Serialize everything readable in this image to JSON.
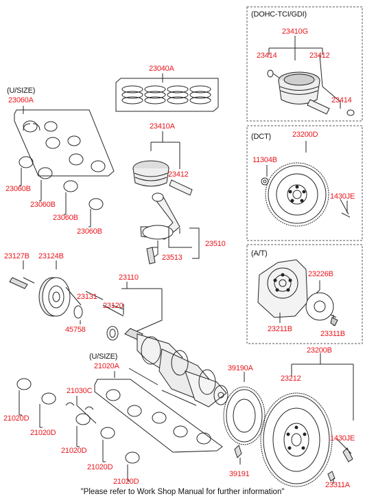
{
  "colors": {
    "part_number": "#e8141b",
    "text": "#111111",
    "line": "#222222",
    "box_dash": "#555555"
  },
  "boxes": {
    "dohc": {
      "title": "(DOHC-TCI/GDI)",
      "labels": {
        "piston_assy": "23410G",
        "snap_ring_left": "23414",
        "pin": "23412",
        "snap_ring_right": "23414"
      }
    },
    "dct": {
      "title": "(DCT)",
      "labels": {
        "flywheel": "23200D",
        "bolt": "11304B",
        "bolt_right": "1430JE"
      }
    },
    "at": {
      "title": "(A/T)",
      "labels": {
        "drive_plate": "23226B",
        "plate": "23211B",
        "bolt": "23311B"
      }
    }
  },
  "labels": {
    "piston_rings": "23040A",
    "usize_top": "(U/SIZE)",
    "main_bearing_upper": "23060A",
    "bearing_b1": "23060B",
    "bearing_b2": "23060B",
    "bearing_b3": "23060B",
    "bearing_b4": "23060B",
    "piston_assy": "23410A",
    "piston_pin": "23412",
    "connecting_rod": "23510",
    "rod_bolt": "23513",
    "pulley_bolt": "23127B",
    "damper_pulley": "23124B",
    "crankshaft": "23110",
    "key": "23131",
    "front_seal": "23120",
    "washer": "45758",
    "usize_bottom": "(U/SIZE)",
    "main_bearing_lower": "21020A",
    "thrust_washer": "21030C",
    "bearing_d1": "21020D",
    "bearing_d2": "21020D",
    "bearing_d3": "21020D",
    "bearing_d4": "21020D",
    "bearing_d5": "21020D",
    "ring_gear": "39190A",
    "ring_bolt": "39191",
    "flywheel": "23200B",
    "flywheel_sub": "23212",
    "flywheel_bolt_right": "1430JE",
    "flywheel_bolt": "23311A"
  },
  "footer": "\"Please refer to Work Shop Manual for further information\""
}
